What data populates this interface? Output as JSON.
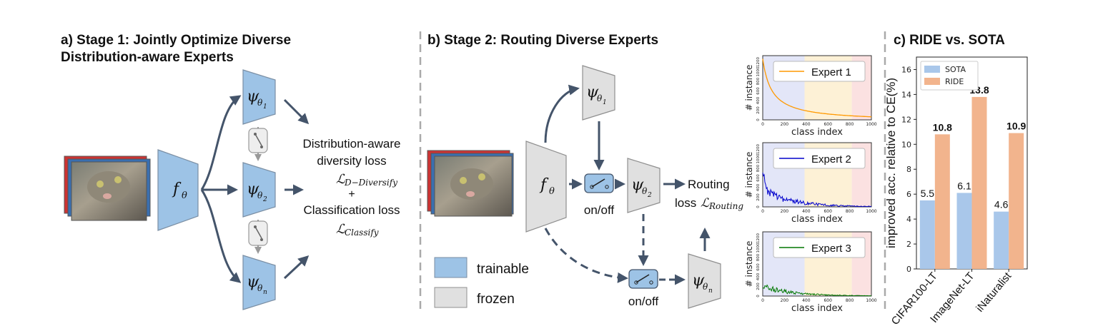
{
  "panel_a": {
    "title_line1": "a)   Stage 1: Jointly Optimize Diverse",
    "title_line2": "Distribution-aware Experts",
    "backbone": "f",
    "backbone_sub": "θ",
    "expert_1": "ψ",
    "expert_1_sub": "θ",
    "expert_1_subsub": "1",
    "expert_2_subsub": "2",
    "expert_n_subsub": "n",
    "loss_line1": "Distribution-aware",
    "loss_line2": "diversity loss",
    "loss_sym1": "ℒ",
    "loss_sym1_sub": "D−Diversify",
    "loss_plus": "+",
    "loss_line3": "Classification loss",
    "loss_sym2": "ℒ",
    "loss_sym2_sub": "Classify"
  },
  "panel_b": {
    "title": "b) Stage 2: Routing Diverse Experts",
    "switch_label_1": "on/off",
    "switch_label_2": "on/off",
    "routing_line1": "Routing",
    "routing_line2": "loss",
    "routing_sym": "ℒ",
    "routing_sub": "Routing",
    "legend_trainable": "trainable",
    "legend_frozen": "frozen",
    "colors": {
      "trainable": "#9dc3e6",
      "frozen": "#e0e0e0",
      "arrow": "#44546a"
    }
  },
  "mini_plots": {
    "ylabel": "# instance",
    "xlabel": "class index",
    "xticks": [
      "0",
      "200",
      "400",
      "600",
      "800",
      "1000"
    ],
    "yticks": [
      "0",
      "200",
      "400",
      "600",
      "800",
      "1000",
      "1200"
    ],
    "experts": [
      {
        "name": "Expert 1",
        "color": "#ff9900"
      },
      {
        "name": "Expert 2",
        "color": "#0000cc"
      },
      {
        "name": "Expert 3",
        "color": "#007700"
      }
    ],
    "region_colors": [
      "#e3e6f8",
      "#fdf1d6",
      "#fbe1e1"
    ]
  },
  "panel_c": {
    "title": "c) RIDE vs. SOTA"
  },
  "chart_data": {
    "type": "bar",
    "categories": [
      "CIFAR100-LT",
      "ImageNet-LT",
      "iNaturalist"
    ],
    "series": [
      {
        "name": "SOTA",
        "values": [
          5.5,
          6.1,
          4.6
        ],
        "color": "#a9c7ea"
      },
      {
        "name": "RIDE",
        "values": [
          10.8,
          13.8,
          10.9
        ],
        "color": "#f2b48d"
      }
    ],
    "data_labels": {
      "SOTA": [
        "5.5",
        "6.1",
        "4.6"
      ],
      "RIDE": [
        "10.8",
        "13.8",
        "10.9"
      ]
    },
    "ylabel": "improved acc. relative to CE(%)",
    "xlabel": "",
    "ylim": [
      0,
      17
    ],
    "yticks": [
      "0",
      "2",
      "4",
      "6",
      "8",
      "10",
      "12",
      "14",
      "16"
    ],
    "legend_placement": "top-left",
    "grid": false
  }
}
